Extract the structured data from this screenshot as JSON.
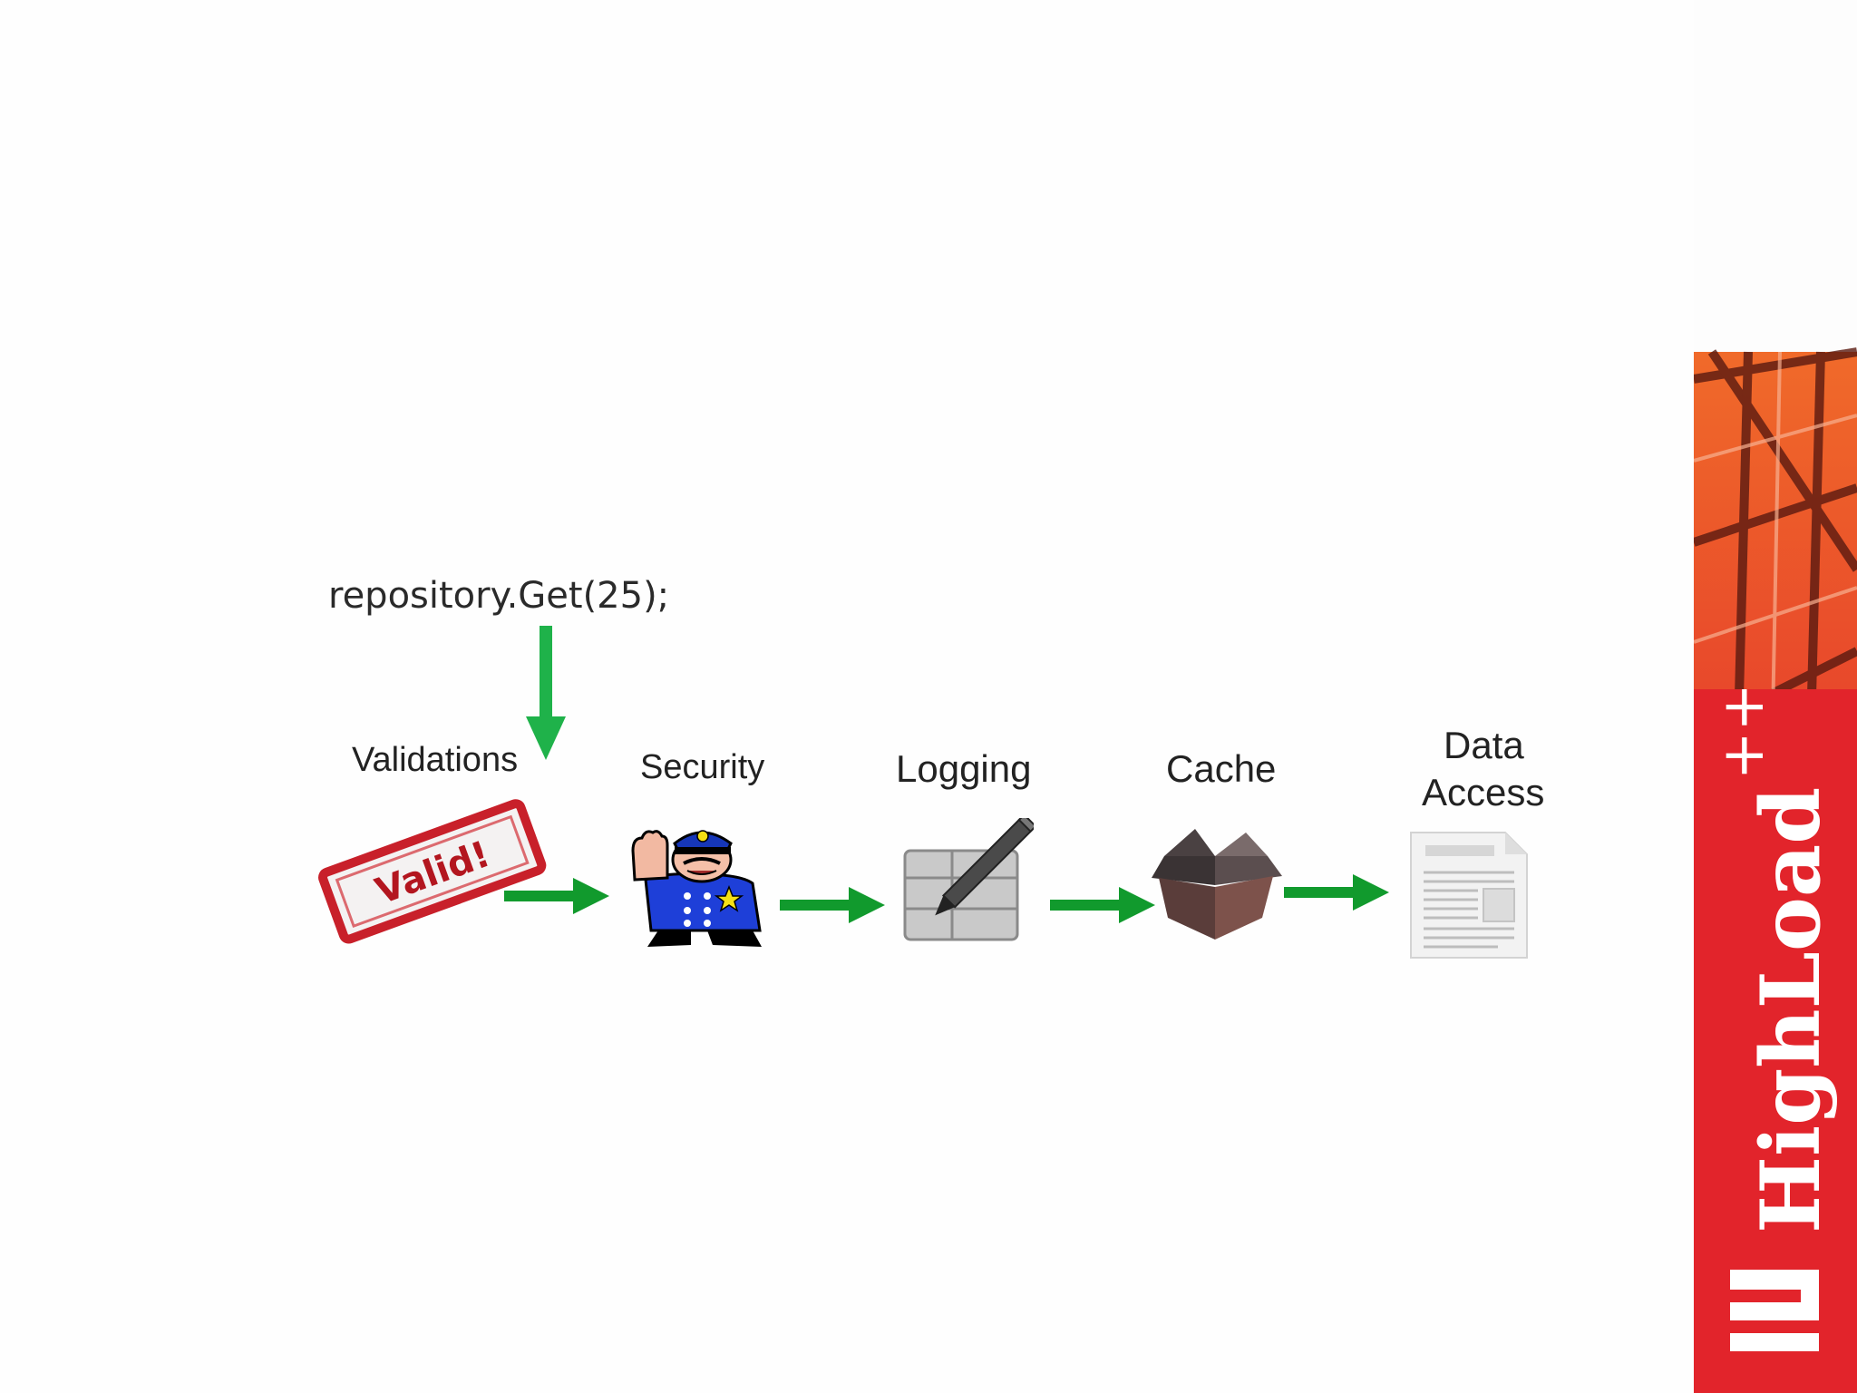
{
  "code_call": "repository.Get(25);",
  "steps": [
    {
      "label": "Validations",
      "icon": "valid-stamp-icon",
      "stamp_text": "Valid!"
    },
    {
      "label": "Security",
      "icon": "police-officer-icon"
    },
    {
      "label": "Logging",
      "icon": "log-table-pencil-icon"
    },
    {
      "label": "Cache",
      "icon": "open-box-icon"
    },
    {
      "label_line1": "Data",
      "label_line2": "Access",
      "icon": "document-icon"
    }
  ],
  "brand": {
    "name": "HighLoad",
    "superscript": "++",
    "logo_icon": "highload-logo-icon"
  },
  "colors": {
    "arrow_green": "#119a2d",
    "arrow_green_light": "#1fb24a",
    "stamp_red": "#c8202a",
    "brand_red": "#e2242b"
  }
}
